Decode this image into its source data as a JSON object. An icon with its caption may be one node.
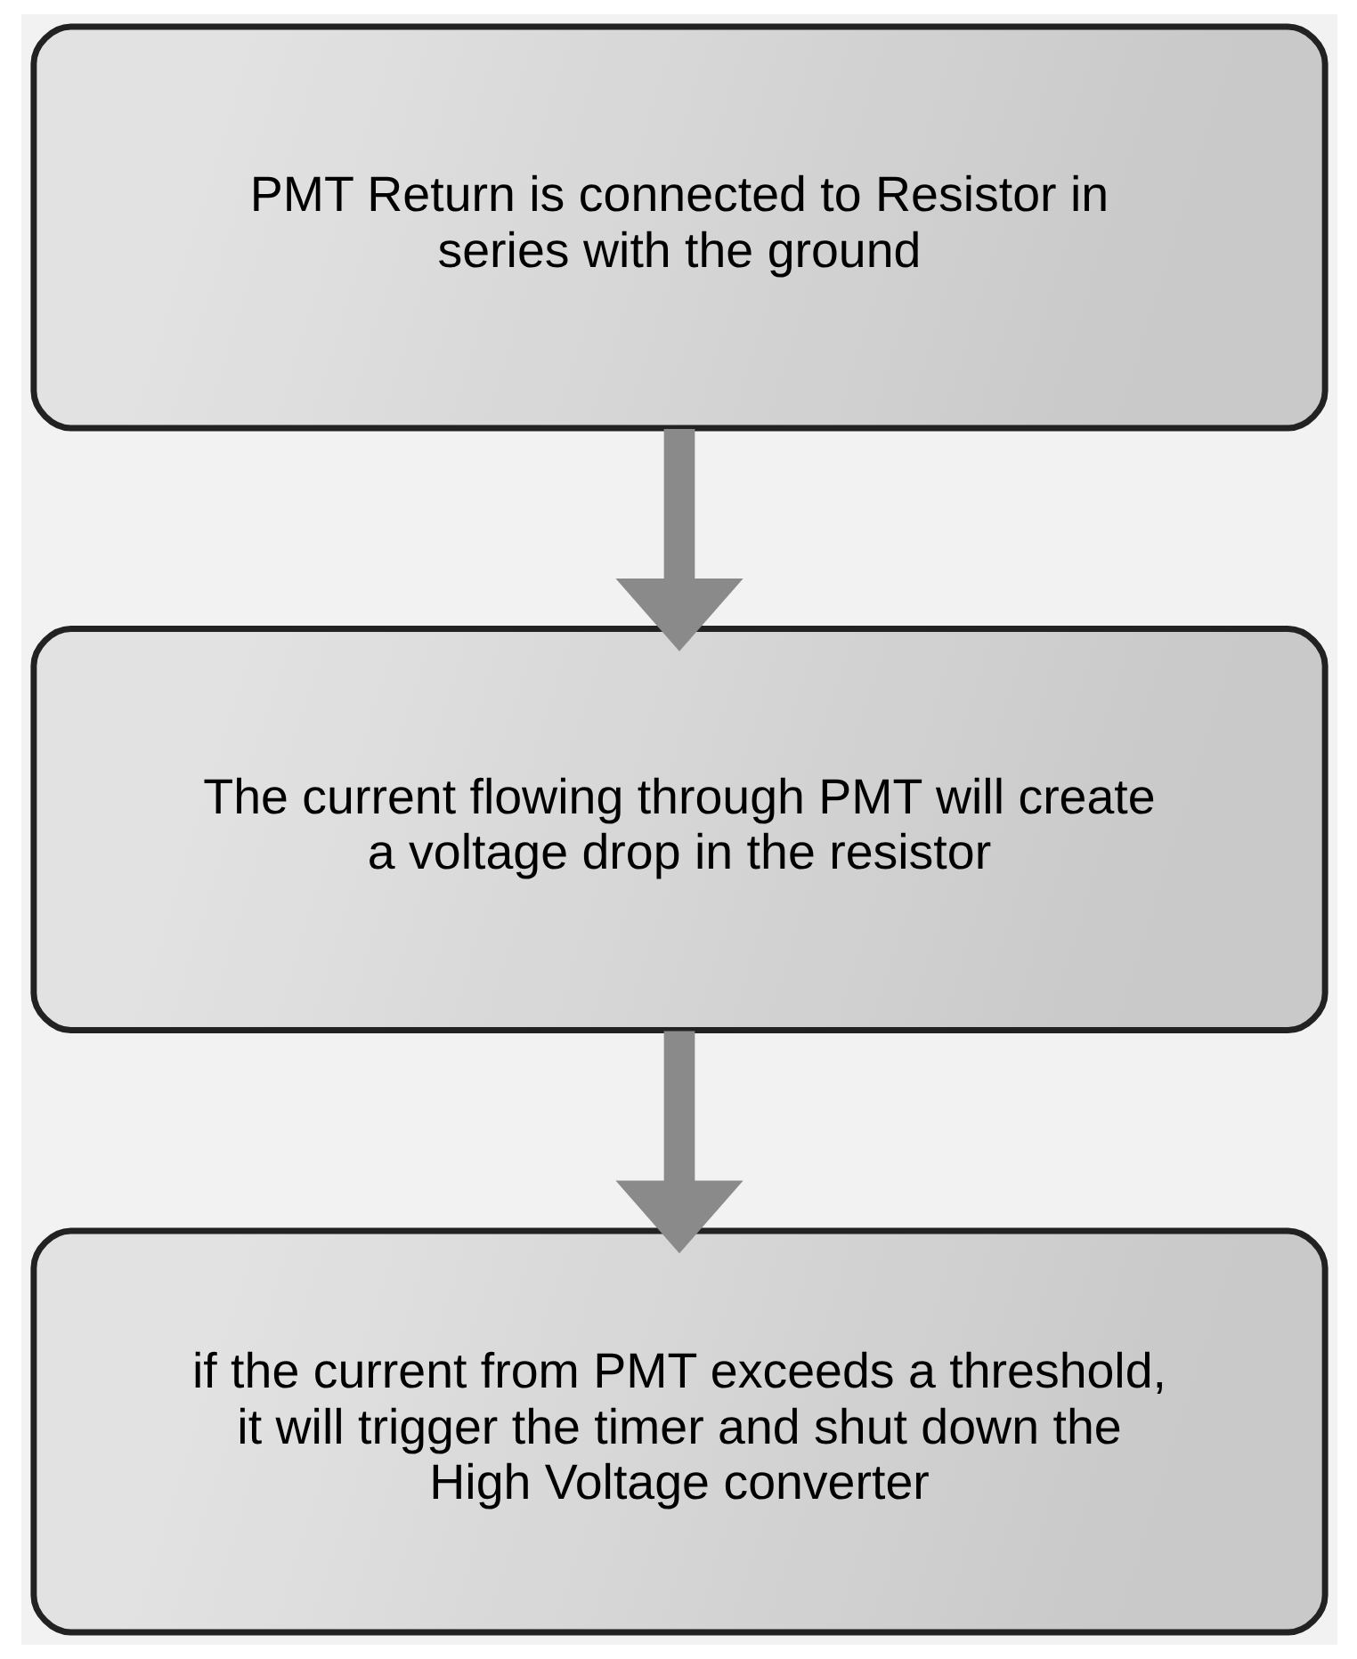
{
  "diagram": {
    "nodes": [
      {
        "text": [
          "PMT Return is connected to Resistor in series with the ground"
        ]
      },
      {
        "text": [
          "The current flowing through PMT will create a voltage drop in the resistor"
        ]
      },
      {
        "text": [
          "if the current from PMT exceeds a threshold, it will trigger the timer and shut down the High Voltage converter"
        ]
      }
    ],
    "edges": [
      {
        "from": 0,
        "to": 1,
        "arrow": "to"
      },
      {
        "from": 1,
        "to": 2,
        "arrow": "to"
      }
    ]
  }
}
